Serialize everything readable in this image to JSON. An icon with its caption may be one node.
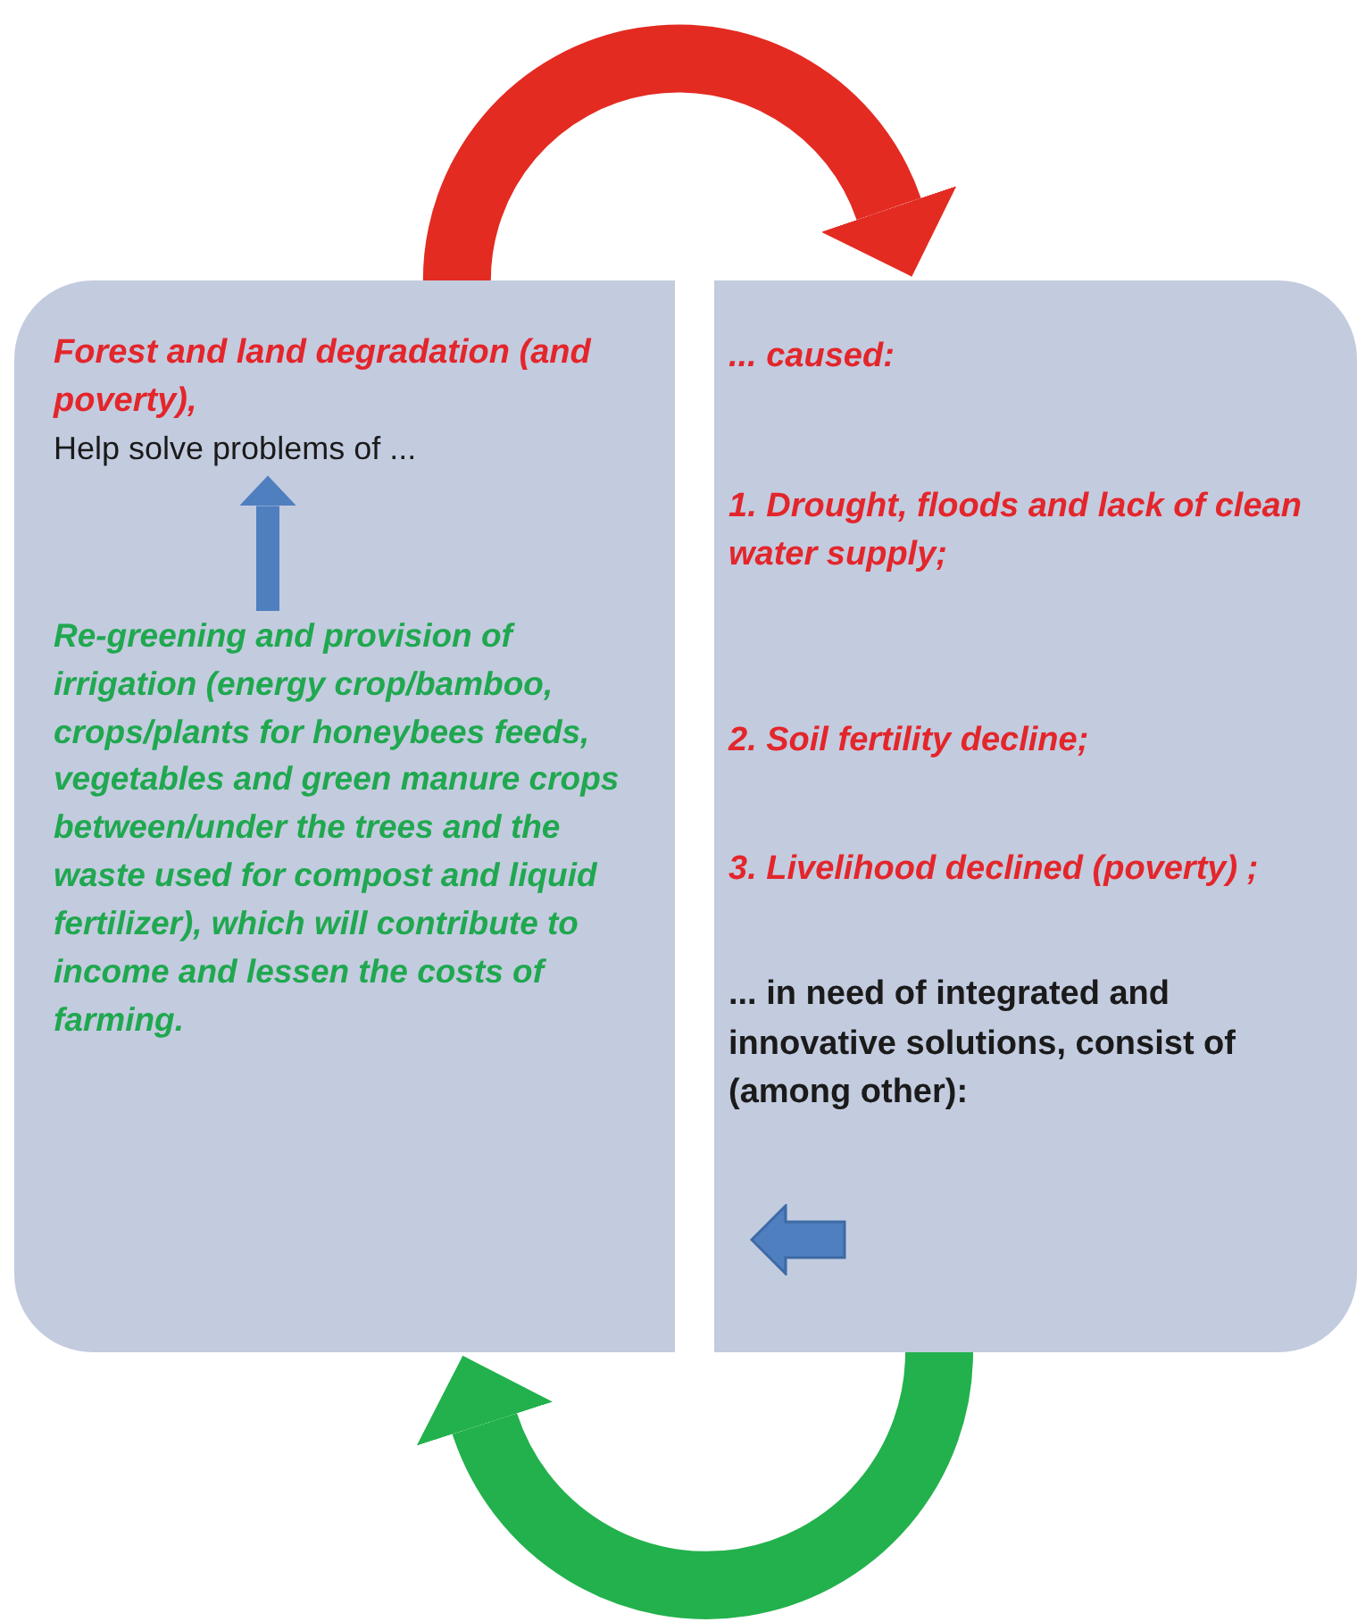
{
  "diagram": {
    "nodes": [
      {
        "text": [],
        "shape": "box"
      },
      {
        "text": [
          "Forest and land degradation (and poverty),"
        ],
        "in": 0
      },
      {
        "text": [
          "Help solve problems of ..."
        ],
        "in": 0
      },
      {
        "text": [
          "Re-greening and provision of irrigation (energy crop/bamboo, crops/plants for honeybees feeds, vegetables and green manure crops between/under the trees and the waste used for compost and liquid fertilizer), which will contribute to income and lessen the costs of farming."
        ],
        "in": 0
      },
      {
        "text": [],
        "shape": "box"
      },
      {
        "text": [
          "... caused:"
        ],
        "in": 4
      },
      {
        "text": [
          "1. Drought, floods and lack of clean water supply;"
        ],
        "in": 4
      },
      {
        "text": [
          "2. Soil fertility decline;"
        ],
        "in": 4
      },
      {
        "text": [
          "3. Livelihood declined (poverty) ;"
        ],
        "in": 4
      },
      {
        "text": [
          "... in need of integrated and innovative solutions, consist of (among other):"
        ],
        "in": 4
      }
    ],
    "edges": [
      {
        "from": 0,
        "to": 4,
        "arrow": "to",
        "color": "#e32b22"
      },
      {
        "from": 4,
        "to": 0,
        "arrow": "to",
        "color": "#22b14c"
      },
      {
        "from": 3,
        "to": 2,
        "arrow": "to",
        "color": "#4f7fbf"
      }
    ]
  }
}
